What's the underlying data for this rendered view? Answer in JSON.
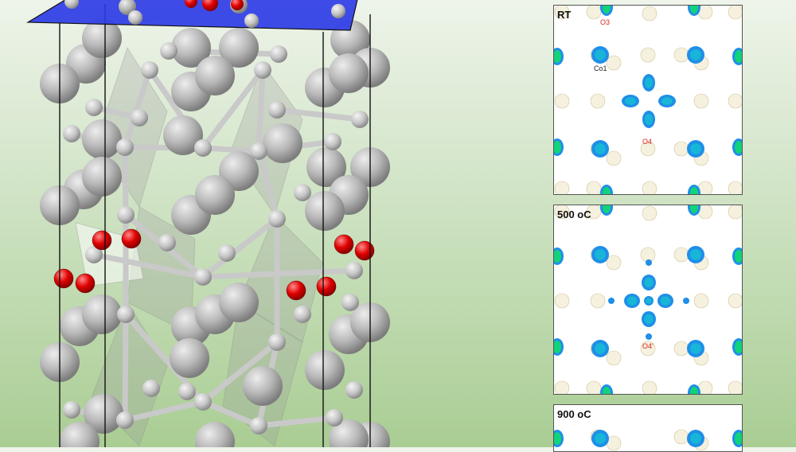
{
  "panels": [
    {
      "title": "RT",
      "labels": {
        "o3": "O3",
        "co1": "Co1",
        "o4": "O4"
      }
    },
    {
      "title": "500 oC",
      "labels": {
        "o4p": "O4'"
      }
    },
    {
      "title": "900 oC"
    }
  ],
  "colors": {
    "plane": "#2a39e6",
    "atom_gray": "#a8a8a8",
    "oxygen_red": "#e00000",
    "density_blue": "#1f8fe8",
    "density_cyan": "#18b6d6",
    "density_green": "#12d37a",
    "ghost_beige": "#efe6c4"
  }
}
